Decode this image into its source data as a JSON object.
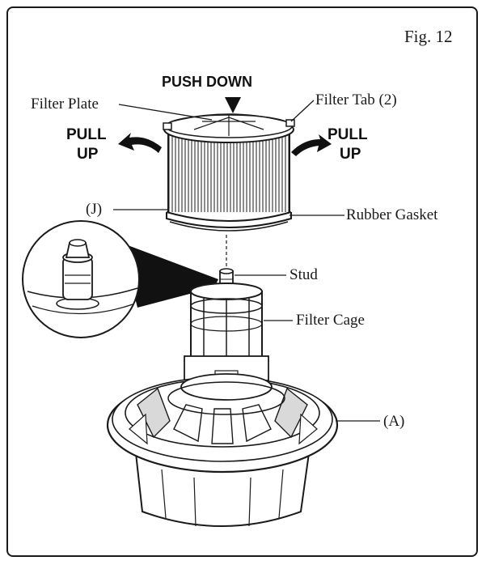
{
  "figure": {
    "label": "Fig. 12"
  },
  "instructions": {
    "push_down": "PUSH DOWN",
    "pull_up_left_line1": "PULL",
    "pull_up_left_line2": "UP",
    "pull_up_right_line1": "PULL",
    "pull_up_right_line2": "UP"
  },
  "callouts": {
    "filter_plate": "Filter Plate",
    "filter_tab": "Filter Tab (2)",
    "j": "(J)",
    "rubber_gasket": "Rubber Gasket",
    "stud": "Stud",
    "filter_cage": "Filter Cage",
    "a": "(A)"
  },
  "colors": {
    "ink": "#1a1a1a",
    "paper": "#ffffff",
    "shade": "#d9d9d9"
  }
}
